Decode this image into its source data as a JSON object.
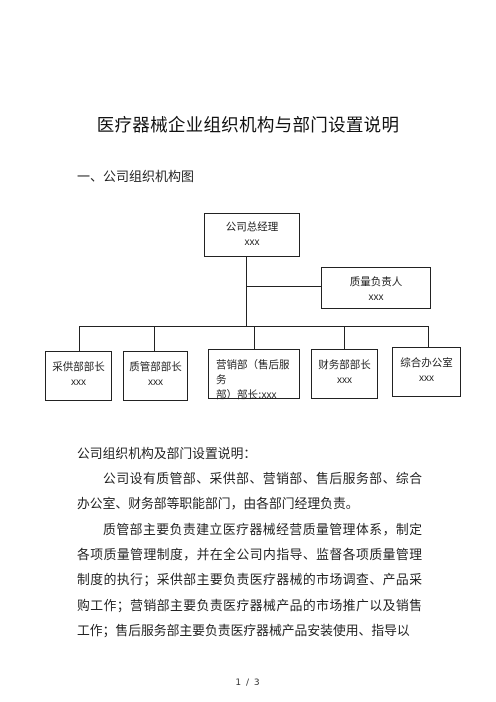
{
  "document": {
    "title": "医疗器械企业组织机构与部门设置说明",
    "section_heading": "一、公司组织机构图",
    "org_chart": {
      "top": {
        "role": "公司总经理",
        "name": "xxx"
      },
      "quality": {
        "role": "质量负责人",
        "name": "xxx"
      },
      "departments": [
        {
          "role": "采供部部长",
          "name": "xxx"
        },
        {
          "role": "质管部部长",
          "name": "xxx"
        },
        {
          "role": "营销部（售后服务部）部长:",
          "role_line1": "营销部（售后服务",
          "role_line2": "部）部长:",
          "name": "xxx"
        },
        {
          "role": "财务部部长",
          "name": "xxx"
        },
        {
          "role": "综合办公室",
          "name": "xxx"
        }
      ]
    },
    "lead_text": "公司组织机构及部门设置说明：",
    "paragraphs": [
      "公司设有质管部、采供部、营销部、售后服务部、综合办公室、财务部等职能部门，由各部门经理负责。",
      "质管部主要负责建立医疗器械经营质量管理体系，制定各项质量管理制度，并在全公司内指导、监督各项质量管理制度的执行；采供部主要负责医疗器械的市场调查、产品采购工作；营销部主要负责医疗器械产品的市场推广以及销售工作；售后服务部主要负责医疗器械产品安装使用、指导以"
    ],
    "page_number": "1 / 3"
  }
}
